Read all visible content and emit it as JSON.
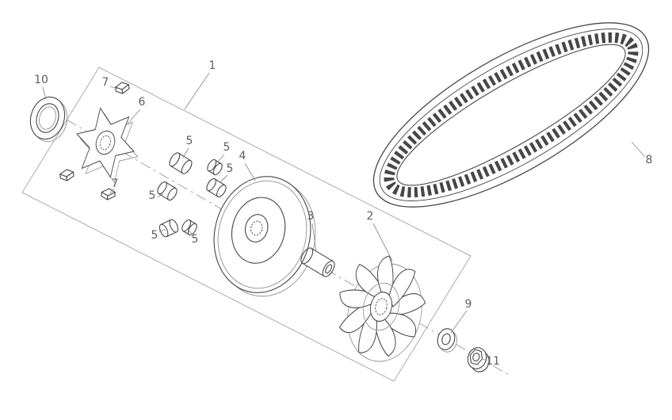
{
  "diagram": {
    "callouts": {
      "c1": "1",
      "c2": "2",
      "c3": "3",
      "c4": "4",
      "c5a": "5",
      "c5b": "5",
      "c5c": "5",
      "c5d": "5",
      "c5e": "5",
      "c5f": "5",
      "c6": "6",
      "c7a": "7",
      "c7b": "7",
      "c8": "8",
      "c9": "9",
      "c10": "10",
      "c11": "11"
    },
    "colors": {
      "line": "#474747",
      "depth_line": "#8f8f8f",
      "leader": "#8f8f8f",
      "label": "#5f5f5f",
      "boundary": "#ababab",
      "background": "#ffffff"
    }
  }
}
